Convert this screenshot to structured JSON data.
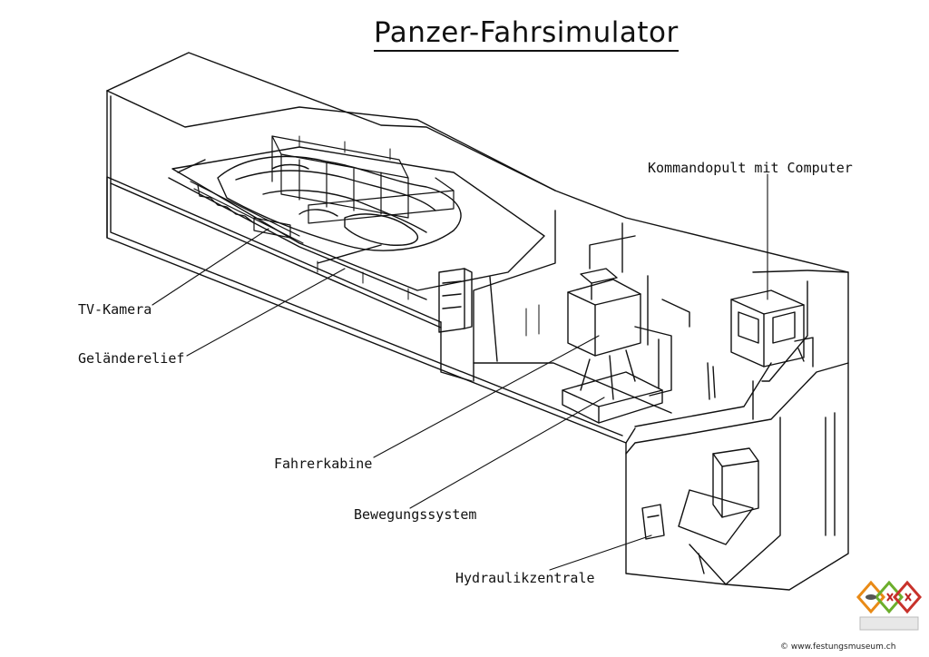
{
  "title": "Panzer-Fahrsimulator",
  "labels": {
    "kommandopult": "Kommandopult mit Computer",
    "tv_kamera": "TV-Kamera",
    "gelaenderelief": "Geländerelief",
    "fahrerkabine": "Fahrerkabine",
    "bewegungssystem": "Bewegungssystem",
    "hydraulikzentrale": "Hydraulikzentrale"
  },
  "footer": "© www.festungsmuseum.ch",
  "colors": {
    "line": "#111111",
    "logo_orange": "#e98a16",
    "logo_green": "#6cae2c",
    "logo_red": "#c8322b"
  }
}
